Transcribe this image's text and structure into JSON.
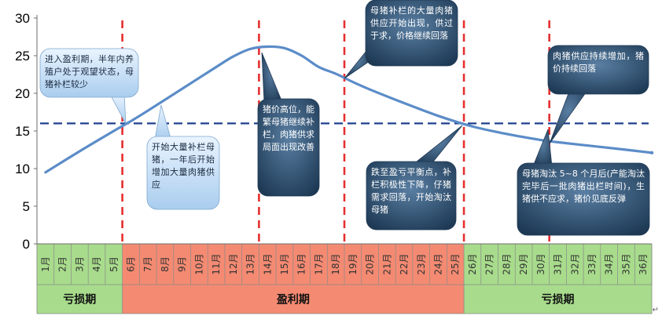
{
  "chart_data": {
    "type": "line",
    "title": "",
    "xlabel": "",
    "ylabel": "",
    "ylim": [
      0,
      30
    ],
    "yticks": [
      0,
      5,
      10,
      15,
      20,
      25,
      30
    ],
    "categories": [
      "1月",
      "2月",
      "3月",
      "4月",
      "5月",
      "6月",
      "7月",
      "8月",
      "9月",
      "10月",
      "11月",
      "12月",
      "13月",
      "14月",
      "15月",
      "16月",
      "17月",
      "18月",
      "19月",
      "20月",
      "21月",
      "22月",
      "23月",
      "24月",
      "25月",
      "26月",
      "27月",
      "28月",
      "29月",
      "30月",
      "31月",
      "32月",
      "33月",
      "34月",
      "35月",
      "36月"
    ],
    "series": [
      {
        "name": "",
        "color": "#5b8cc8",
        "x": [
          1,
          3,
          5,
          6,
          7,
          9,
          11,
          12,
          13,
          14,
          15,
          16,
          17,
          18,
          19,
          20,
          22,
          24,
          26,
          28,
          30,
          31,
          33,
          35,
          36.5
        ],
        "y": [
          9.5,
          12.3,
          15.0,
          16.3,
          17.7,
          20.6,
          23.5,
          24.9,
          25.9,
          26.2,
          26.0,
          25.0,
          23.5,
          22.6,
          21.5,
          20.5,
          18.7,
          17.0,
          15.6,
          14.6,
          13.8,
          13.5,
          13.0,
          12.5,
          12.1
        ]
      }
    ],
    "reference_line": {
      "y": 16,
      "style": "dashed",
      "color": "#1f3f8f"
    },
    "phase_boundaries": [
      6,
      14,
      19,
      26,
      31
    ],
    "phases": [
      {
        "label": "亏损期",
        "from": 1,
        "to": 5,
        "color": "#a8dc8c"
      },
      {
        "label": "盈利期",
        "from": 6,
        "to": 25,
        "color": "#f48a72"
      },
      {
        "label": "亏损期",
        "from": 26,
        "to": 36,
        "color": "#a8dc8c"
      }
    ],
    "annotations": [
      {
        "text": "进入盈利期，半年内养殖户处于观望状态，母猪补栏较少",
        "style": "light"
      },
      {
        "text": "开始大量补栏母猪，一年后开始增加大量肉猪供应",
        "style": "light"
      },
      {
        "text": "猪价高位，能繁母猪继续补栏，肉猪供求局面出现改善",
        "style": "dark"
      },
      {
        "text": "母猪补栏的大量肉猪供应开始出现，供过于求，价格继续回落",
        "style": "dark"
      },
      {
        "text": "跌至盈亏平衡点，补栏积极性下降，仔猪需求回落，开始淘汰母猪",
        "style": "dark"
      },
      {
        "text": "肉猪供应持续增加，猪价持续回落",
        "style": "dark"
      },
      {
        "text": "母猪淘汰 5~8 个月后(产能淘汰完毕后一批肉猪出栏时间)，生猪供不应求，猪价见底反弹",
        "style": "dark"
      }
    ]
  }
}
